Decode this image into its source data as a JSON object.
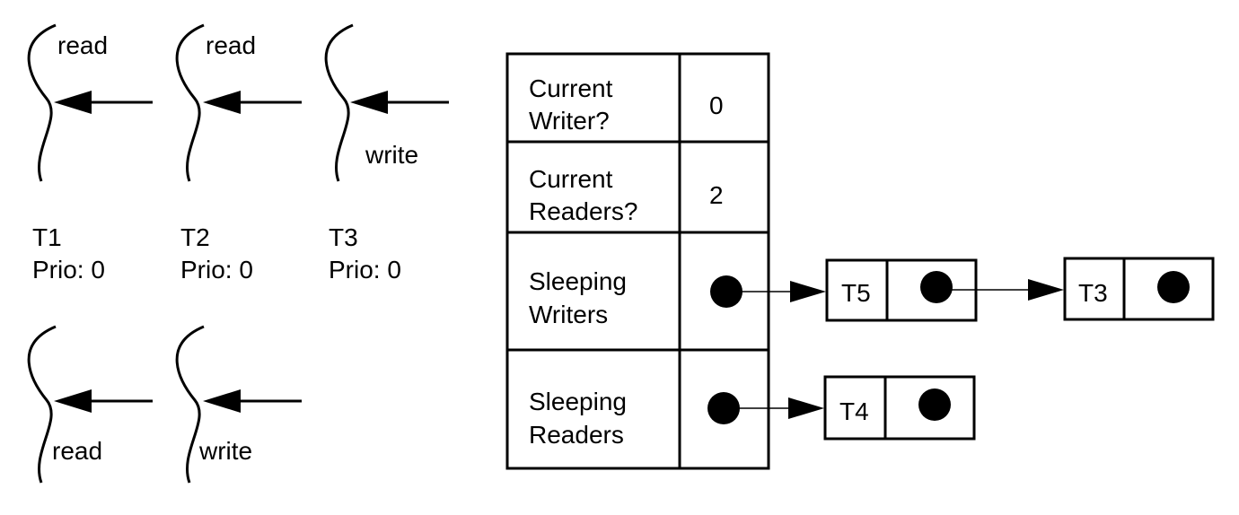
{
  "threads": [
    {
      "op": "read",
      "name": "T1",
      "prio": "Prio: 0"
    },
    {
      "op": "read",
      "name": "T2",
      "prio": "Prio: 0"
    },
    {
      "op": "write",
      "name": "T3",
      "prio": "Prio: 0"
    },
    {
      "op": "read"
    },
    {
      "op": "write"
    }
  ],
  "table": {
    "current_writer": {
      "label_line1": "Current",
      "label_line2": "Writer?",
      "value": "0"
    },
    "current_readers": {
      "label_line1": "Current",
      "label_line2": "Readers?",
      "value": "2"
    },
    "sleeping_writers": {
      "label_line1": "Sleeping",
      "label_line2": "Writers"
    },
    "sleeping_readers": {
      "label_line1": "Sleeping",
      "label_line2": "Readers"
    }
  },
  "queues": {
    "writers": [
      "T5",
      "T3"
    ],
    "readers": [
      "T4"
    ]
  }
}
